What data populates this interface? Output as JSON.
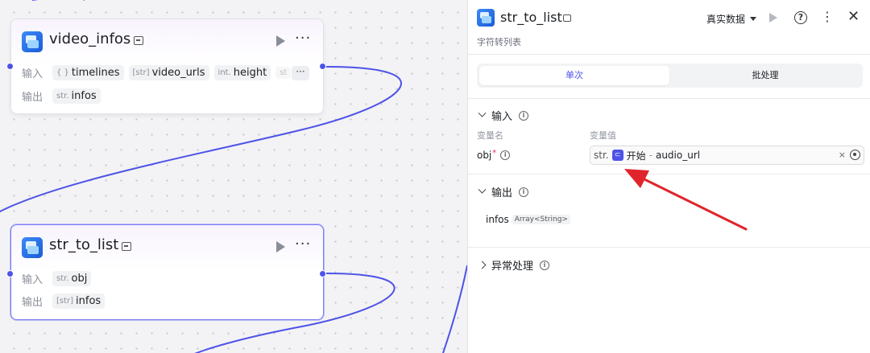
{
  "canvas": {
    "nodes": [
      {
        "title": "video_infos",
        "input_label": "输入",
        "output_label": "输出",
        "inputs": [
          {
            "type": "{ }",
            "name": "timelines"
          },
          {
            "type": "[str]",
            "name": "video_urls"
          },
          {
            "type": "int.",
            "name": "height"
          },
          {
            "type": "st",
            "name": ""
          }
        ],
        "inputs_more": "···",
        "outputs": [
          {
            "type": "str.",
            "name": "infos"
          }
        ]
      },
      {
        "title": "str_to_list",
        "input_label": "输入",
        "output_label": "输出",
        "inputs": [
          {
            "type": "str.",
            "name": "obj"
          }
        ],
        "outputs": [
          {
            "type": "[str]",
            "name": "infos"
          }
        ]
      }
    ],
    "edge_color": "#4d53e8"
  },
  "panel": {
    "title": "str_to_list",
    "description": "字符转列表",
    "data_mode": "真实数据",
    "tabs": [
      {
        "label": "单次",
        "active": true
      },
      {
        "label": "批处理",
        "active": false
      }
    ],
    "input_section": {
      "title": "输入",
      "col_name": "变量名",
      "col_value": "变量值",
      "var_name": "obj",
      "required_mark": "*",
      "var_type": "str.",
      "ref_icon": "⊂",
      "ref_source": "开始",
      "ref_sep": " - ",
      "ref_var": "audio_url",
      "clear": "×"
    },
    "output_section": {
      "title": "输出",
      "item_name": "infos",
      "item_type": "Array<String>"
    },
    "error_section": {
      "title": "异常处理"
    },
    "info_glyph": "i",
    "help_glyph": "?",
    "more_glyph": "⋮",
    "close_glyph": "✕"
  },
  "annotation_color": "#e0242b"
}
